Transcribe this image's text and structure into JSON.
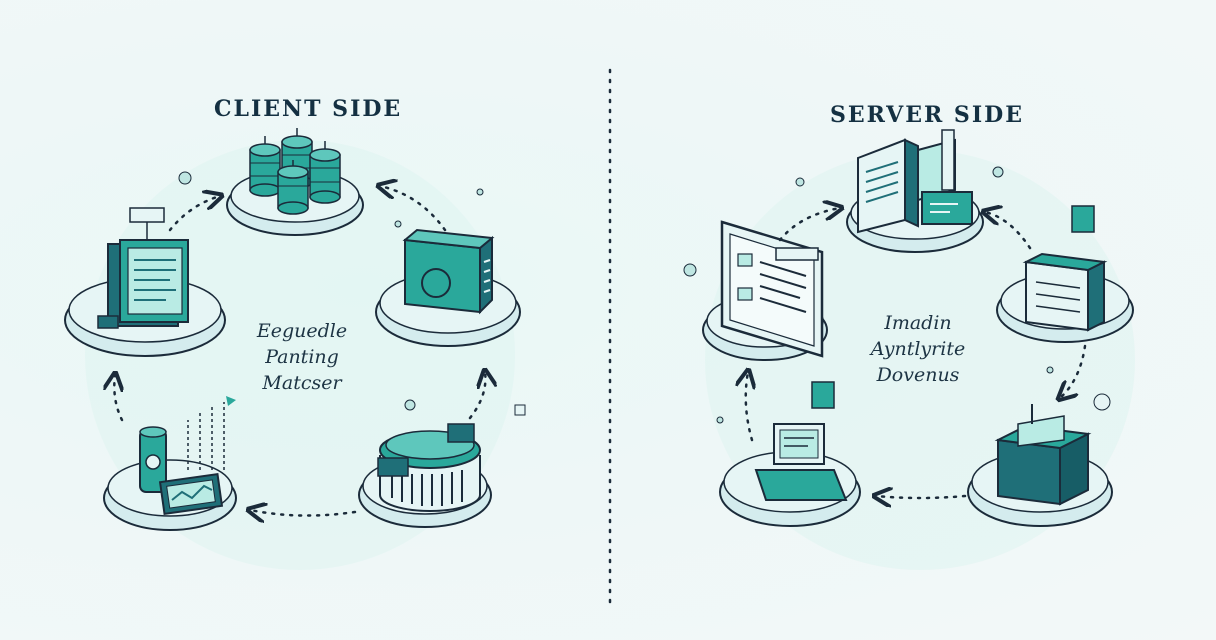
{
  "client": {
    "title": "CLIENT SIDE",
    "caption": [
      "Eeguedle",
      "Panting",
      "Matcser"
    ]
  },
  "server": {
    "title": "SERVER SIDE",
    "caption": [
      "Imadin",
      "Ayntlyrite",
      "Dovenus"
    ]
  },
  "colors": {
    "teal": "#2aa89b",
    "teal_dark": "#1f6f78",
    "ink": "#1b2b3a",
    "platform": "#d9eef0"
  }
}
